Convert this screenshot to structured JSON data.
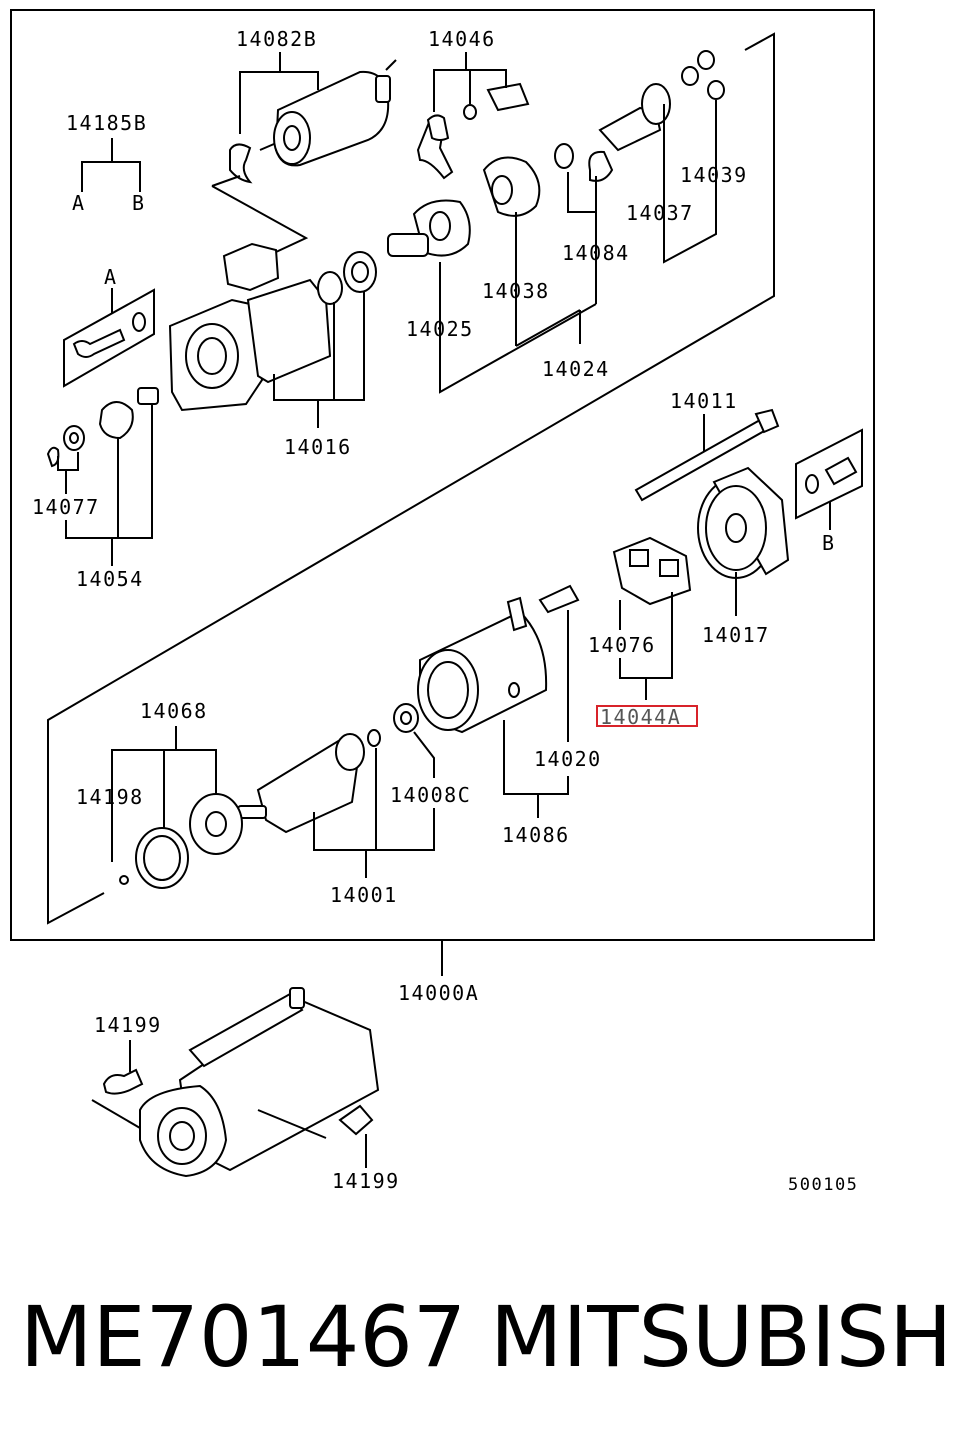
{
  "labels": {
    "p14082B": "14082B",
    "p14046": "14046",
    "p14185B": "14185B",
    "refA1": "A",
    "refB1": "B",
    "p14039": "14039",
    "p14037": "14037",
    "p14084": "14084",
    "p14038": "14038",
    "p14025": "14025",
    "p14024": "14024",
    "refA2": "A",
    "p14016": "14016",
    "p14077": "14077",
    "p14054": "14054",
    "p14011": "14011",
    "refB2": "B",
    "p14017": "14017",
    "p14076": "14076",
    "p14044A": "14044A",
    "p14068": "14068",
    "p14198": "14198",
    "p14008C": "14008C",
    "p14020": "14020",
    "p14086": "14086",
    "p14001": "14001",
    "p14000A": "14000A",
    "p14199a": "14199",
    "p14199b": "14199",
    "docno": "500105"
  },
  "caption": {
    "part_number": "ME701467",
    "brand": "MITSUBISHI"
  },
  "colors": {
    "highlight": "#d8232a",
    "ink": "#000000"
  }
}
